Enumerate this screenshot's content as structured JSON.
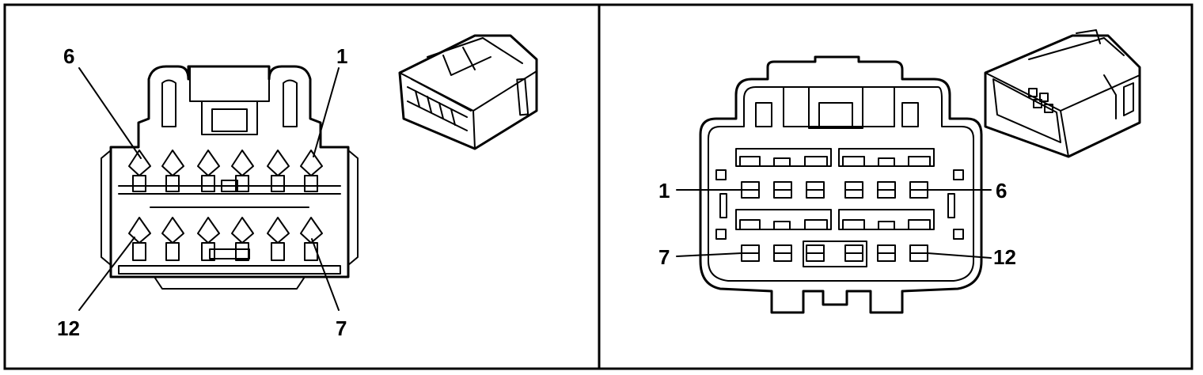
{
  "panels": [
    {
      "id": "female-connector",
      "view": "terminal-face",
      "pin_labels": [
        {
          "id": "label-6",
          "text": "6"
        },
        {
          "id": "label-1",
          "text": "1"
        },
        {
          "id": "label-12",
          "text": "12"
        },
        {
          "id": "label-7",
          "text": "7"
        }
      ]
    },
    {
      "id": "male-connector",
      "view": "terminal-face",
      "pin_labels": [
        {
          "id": "label-1",
          "text": "1"
        },
        {
          "id": "label-6",
          "text": "6"
        },
        {
          "id": "label-7",
          "text": "7"
        },
        {
          "id": "label-12",
          "text": "12"
        }
      ]
    }
  ],
  "colors": {
    "line": "#000000",
    "background": "#ffffff"
  }
}
